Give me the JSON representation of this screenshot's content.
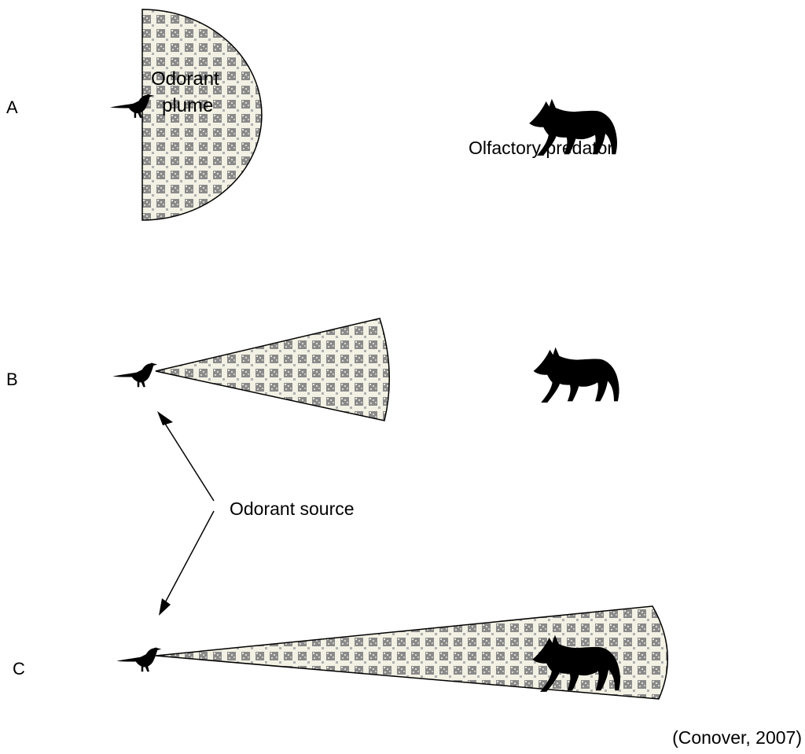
{
  "rows": {
    "a": "A",
    "b": "B",
    "c": "C"
  },
  "labels": {
    "plume_line1": "Odorant",
    "plume_line2": "plume",
    "predator": "Olfactory predator",
    "source": "Odorant source",
    "citation": "(Conover, 2007)"
  },
  "colors": {
    "ink": "#000000",
    "plume_fill": "#f3f1e4",
    "plume_dots": "#7a7a7a"
  },
  "icons": {
    "bird": "bird-silhouette",
    "predator": "coyote-silhouette"
  }
}
